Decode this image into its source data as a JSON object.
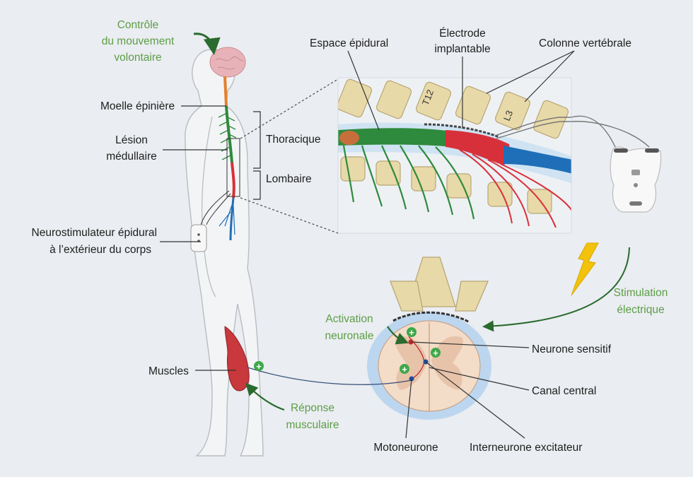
{
  "labels": {
    "controle_line1": "Contrôle",
    "controle_line2": "du mouvement",
    "controle_line3": "volontaire",
    "moelle": "Moelle épinière",
    "lesion_line1": "Lésion",
    "lesion_line2": "médullaire",
    "thoracique": "Thoracique",
    "lombaire": "Lombaire",
    "neurostim_line1": "Neurostimulateur épidural",
    "neurostim_line2": "à l’extérieur du corps",
    "muscles": "Muscles",
    "espace": "Espace épidural",
    "electrode_line1": "Électrode",
    "electrode_line2": "implantable",
    "colonne": "Colonne vertébrale",
    "t12": "T12",
    "l3": "L3",
    "stimulation_line1": "Stimulation",
    "stimulation_line2": "électrique",
    "activation_line1": "Activation",
    "activation_line2": "neuronale",
    "neurone_sensitif": "Neurone sensitif",
    "canal_central": "Canal central",
    "motoneurone": "Motoneurone",
    "interneurone": "Interneurone excitateur",
    "reponse_line1": "Réponse",
    "reponse_line2": "musculaire",
    "plus_sign": "+"
  },
  "colors": {
    "green_label": "#5d9e47",
    "background": "#eaedf1",
    "cord_green": "#2e8a3c",
    "cord_red": "#d8303a",
    "cord_blue": "#1f6fb8",
    "vertebra": "#e8d9a8",
    "lightning": "#f2c20c"
  },
  "icons": [
    "brain-icon",
    "lightning-icon",
    "stimulator-device-icon",
    "plus-icon"
  ]
}
